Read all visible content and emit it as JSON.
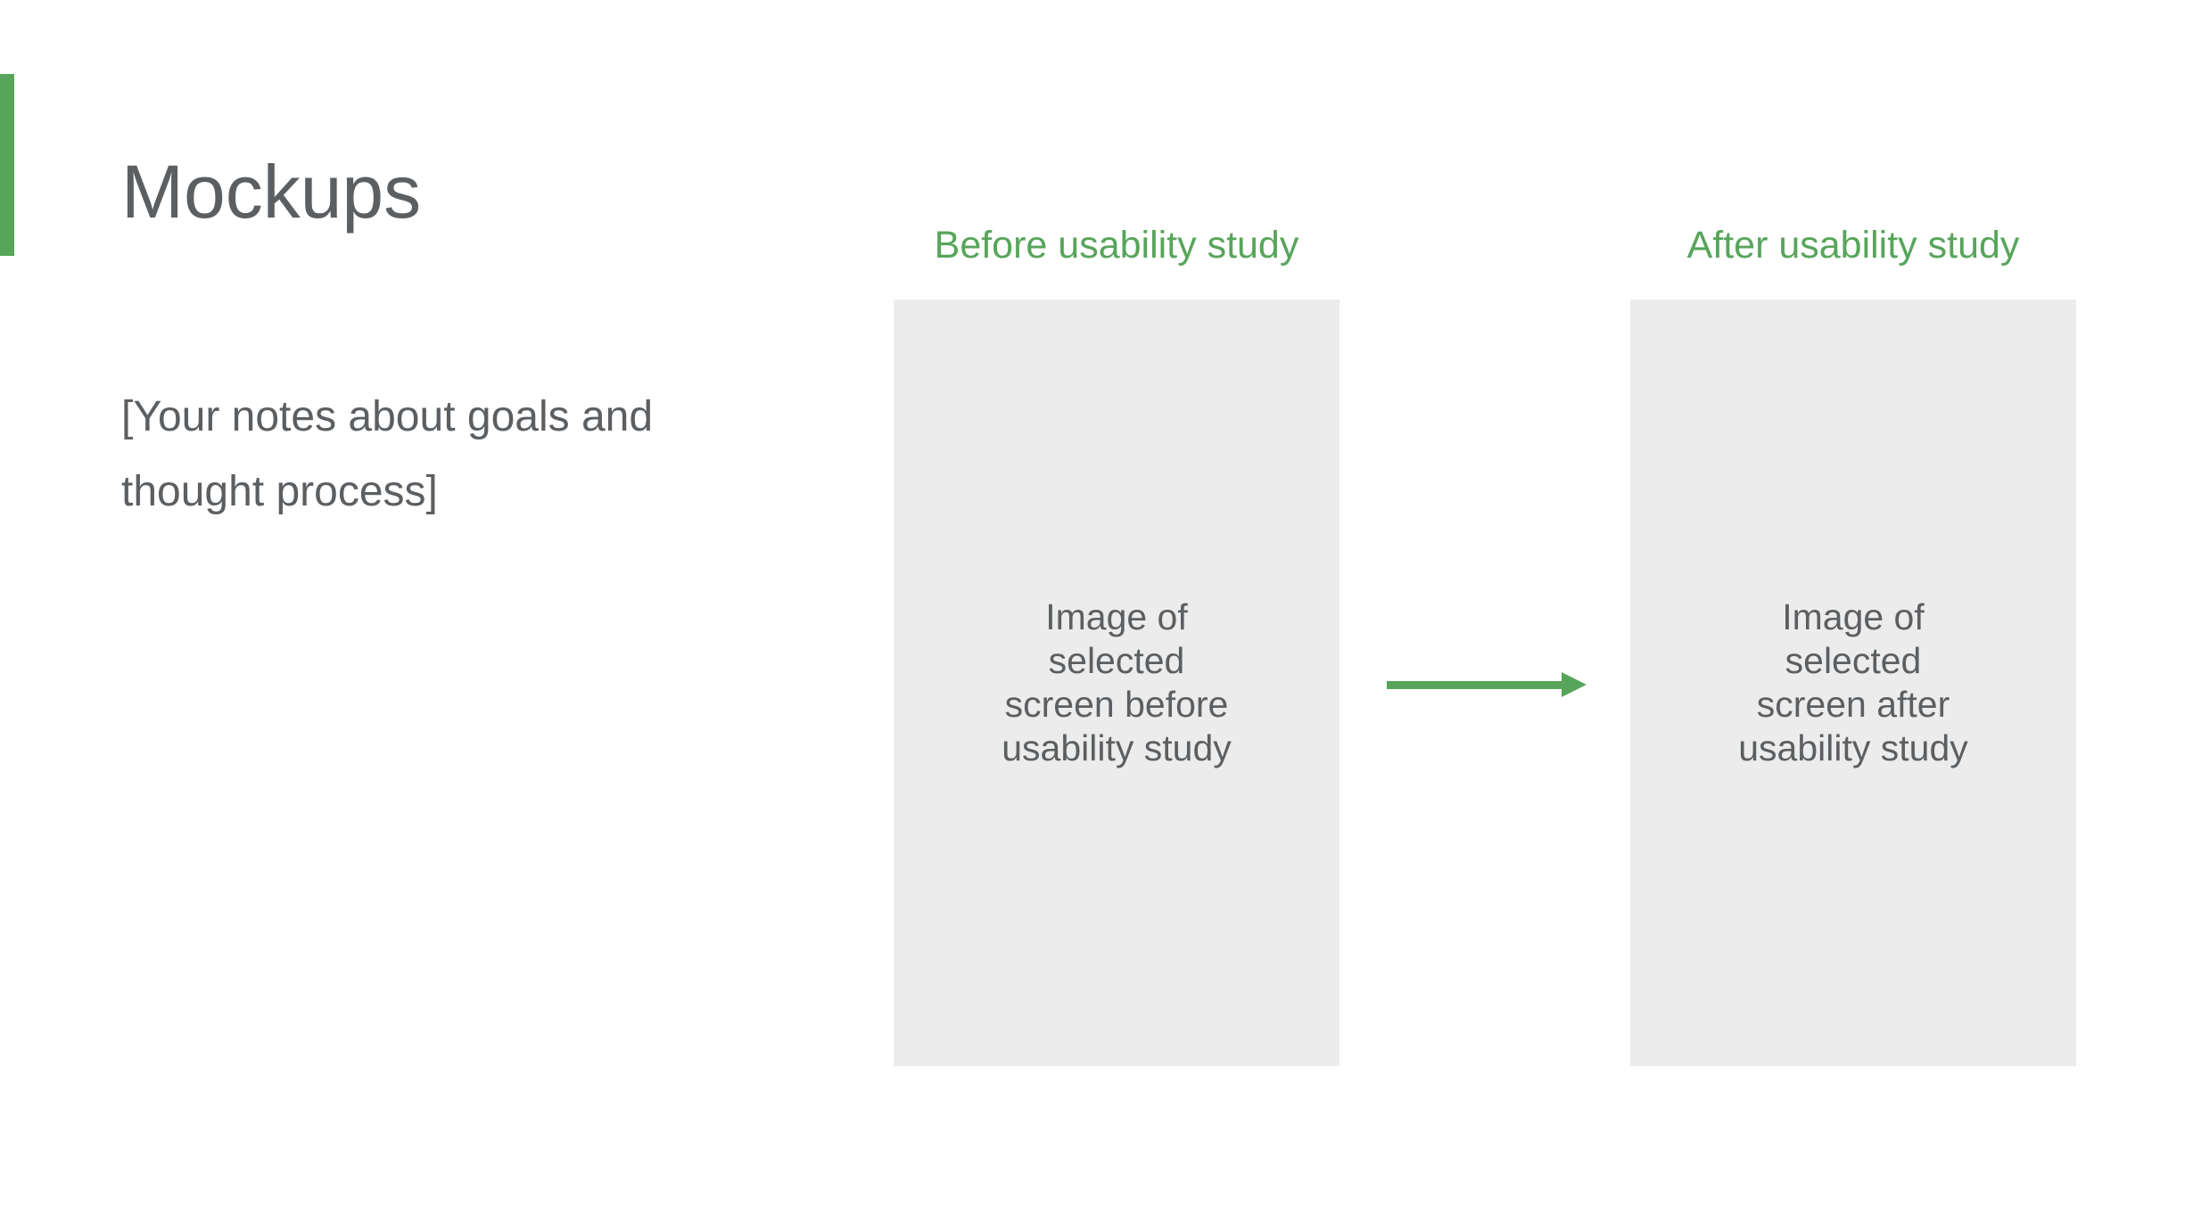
{
  "slide": {
    "title": "Mockups",
    "notes": "[Your notes about goals and\nthought process]",
    "before": {
      "label": "Before usability study",
      "placeholder": "Image of\nselected\nscreen before\nusability study"
    },
    "after": {
      "label": "After usability study",
      "placeholder": "Image of\nselected\nscreen after\nusability study"
    },
    "colors": {
      "accent_green": "#57a55a",
      "placeholder_gray": "#ececec",
      "text_gray": "#5c5f62",
      "background": "#ffffff"
    }
  }
}
